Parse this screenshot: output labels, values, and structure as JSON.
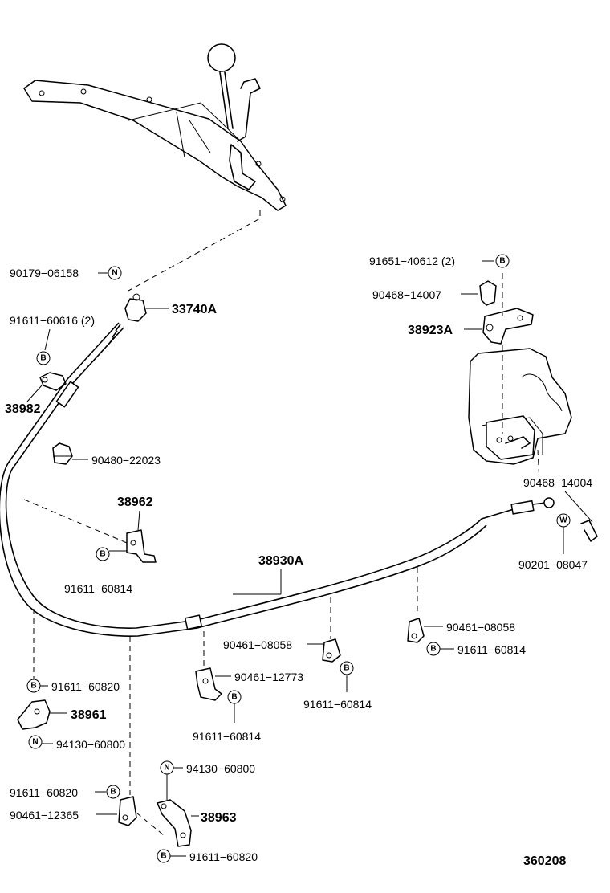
{
  "diagram_id": "360208",
  "symbols": {
    "N": "N",
    "B": "B",
    "W": "W"
  },
  "labels": {
    "p90179_06158": "90179−06158",
    "p33740A": "33740A",
    "p91611_60616": "91611−60616 (2)",
    "p38982": "38982",
    "p90480_22023": "90480−22023",
    "p38962": "38962",
    "p91611_60814_a": "91611−60814",
    "p38930A": "38930A",
    "p91651_40612": "91651−40612 (2)",
    "p90468_14007": "90468−14007",
    "p38923A": "38923A",
    "p90468_14004": "90468−14004",
    "p90201_08047": "90201−08047",
    "p90461_08058_a": "90461−08058",
    "p91611_60814_b": "91611−60814",
    "p90461_08058_b": "90461−08058",
    "p91611_60814_c": "91611−60814",
    "p90461_12773": "90461−12773",
    "p91611_60814_d": "91611−60814",
    "p91611_60820_a": "91611−60820",
    "p38961": "38961",
    "p94130_60800_a": "94130−60800",
    "p94130_60800_b": "94130−60800",
    "p91611_60820_b": "91611−60820",
    "p90461_12365": "90461−12365",
    "p38963": "38963",
    "p91611_60820_c": "91611−60820"
  }
}
